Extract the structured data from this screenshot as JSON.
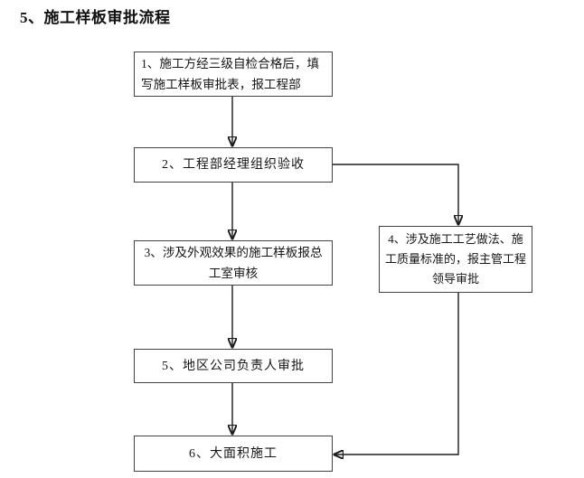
{
  "page": {
    "title": "5、施工样板审批流程"
  },
  "flowchart": {
    "type": "flowchart",
    "direction": "top-down",
    "line_color": "#1d1d1d",
    "box_border_color": "#424242",
    "background_color": "#ffffff",
    "nodes": [
      {
        "id": "1",
        "label": "1、施工方经三级自检合格后，填写施工样板审批表，报工程部"
      },
      {
        "id": "2",
        "label": "2、工程部经理组织验收"
      },
      {
        "id": "3",
        "label": "3、涉及外观效果的施工样板报总工室审核"
      },
      {
        "id": "4",
        "label": "4、涉及施工工艺做法、施工质量标准的，报主管工程领导审批"
      },
      {
        "id": "5",
        "label": "5、地区公司负责人审批"
      },
      {
        "id": "6",
        "label": "6、大面积施工"
      }
    ],
    "edges": [
      {
        "from": "1",
        "to": "2",
        "style": "straight-down"
      },
      {
        "from": "2",
        "to": "3",
        "style": "straight-down"
      },
      {
        "from": "2",
        "to": "4",
        "style": "right-then-down"
      },
      {
        "from": "3",
        "to": "5",
        "style": "straight-down"
      },
      {
        "from": "5",
        "to": "6",
        "style": "straight-down"
      },
      {
        "from": "4",
        "to": "6",
        "style": "down-then-left"
      }
    ]
  }
}
